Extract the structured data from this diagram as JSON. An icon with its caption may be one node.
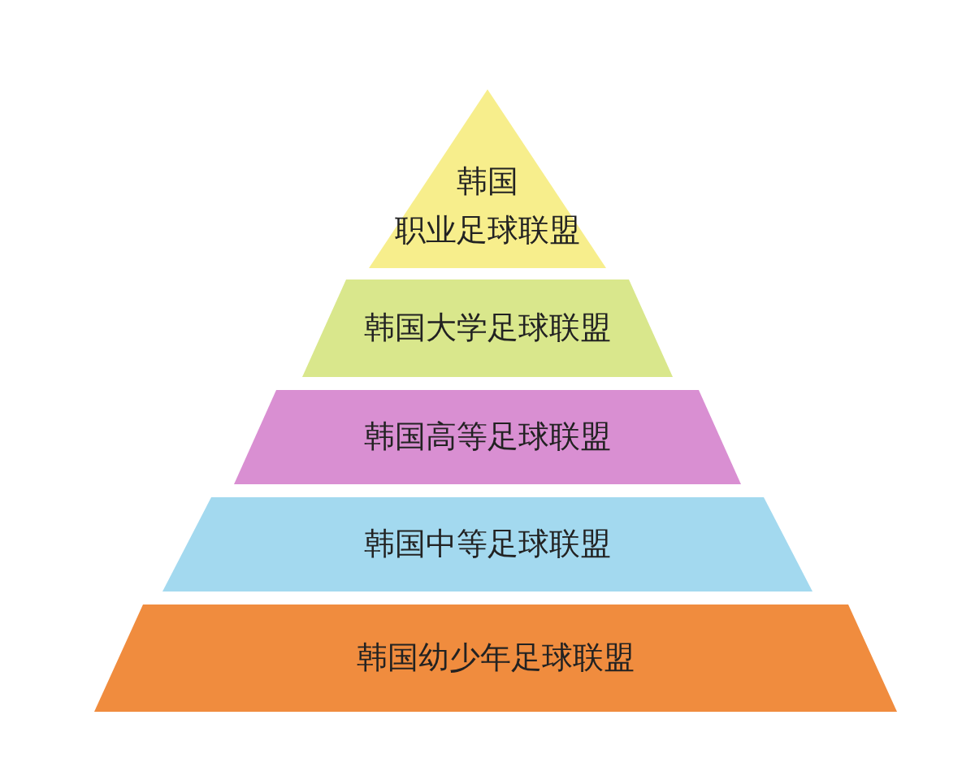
{
  "diagram": {
    "nodes": [
      {
        "text": [
          "韩国",
          "职业足球联盟"
        ]
      },
      {
        "text": [
          "韩国大学足球联盟"
        ]
      },
      {
        "text": [
          "韩国高等足球联盟"
        ]
      },
      {
        "text": [
          "韩国中等足球联盟"
        ]
      },
      {
        "text": [
          "韩国幼少年足球联盟"
        ]
      }
    ]
  }
}
